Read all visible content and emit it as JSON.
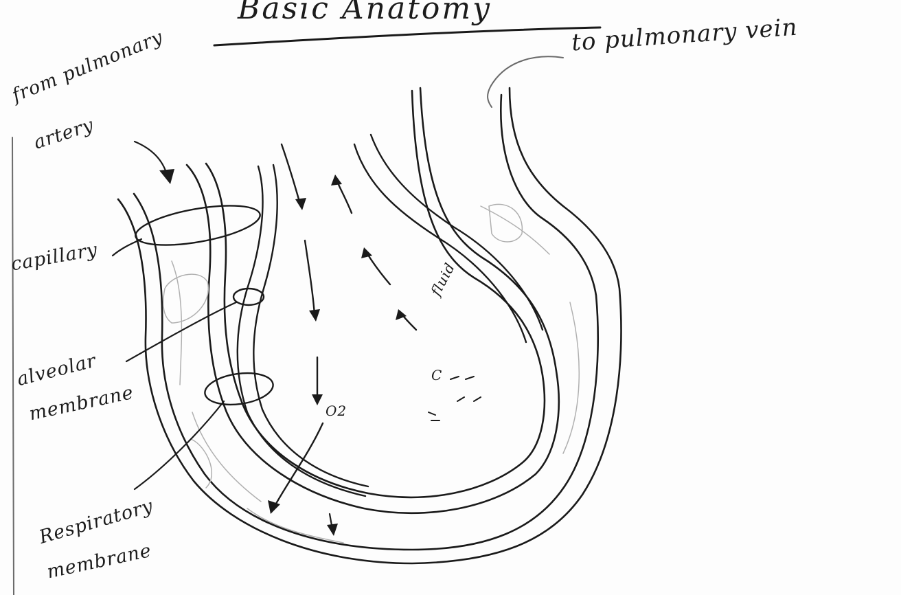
{
  "title": "Basic Anatomy",
  "labels": {
    "to_pulmonary_vein": "to pulmonary vein",
    "from_pulmonary_artery_line1": "from pulmonary",
    "from_pulmonary_artery_line2": "artery",
    "capillary": "capillary",
    "alveolar_membrane_line1": "alveolar",
    "alveolar_membrane_line2": "membrane",
    "respiratory_membrane_line1": "Respiratory",
    "respiratory_membrane_line2": "membrane",
    "fluid": "fluid",
    "o2": "O2",
    "co2": "C"
  }
}
